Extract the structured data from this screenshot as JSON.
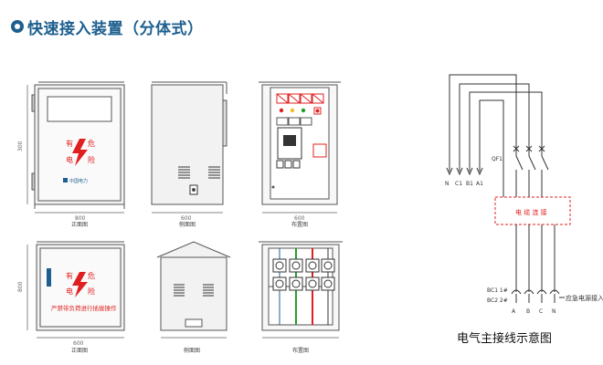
{
  "header": {
    "title": "快速接入装置（分体式）"
  },
  "views": {
    "front_top": "正面图",
    "side_top": "侧面图",
    "layout_top": "布置图",
    "front_bottom": "正面图",
    "side_bottom": "侧面图",
    "layout_bottom": "布置图"
  },
  "dims": {
    "front_width": "800",
    "front_height": "300",
    "side_width": "600",
    "layout_width": "600",
    "bottom_front_width": "600",
    "bottom_height": "800"
  },
  "cabinet": {
    "danger_top": [
      "有",
      "危",
      "电",
      "险"
    ],
    "danger_bottom": [
      "有",
      "危",
      "电",
      "险"
    ],
    "warning_text": "严禁带负荷进行插拔操作",
    "brand_text": "中国电力"
  },
  "schematic": {
    "terminals": [
      "N",
      "C1",
      "B1",
      "A1"
    ],
    "switch_label": "QF1",
    "cable_label": "电 缆 连 接",
    "phases": [
      "A",
      "B",
      "C",
      "N"
    ],
    "bus1": "BC1 1#",
    "bus2": "BC2 2#",
    "emergency": "应急电源接入"
  },
  "caption": "电气主接线示意图",
  "colors": {
    "accent": "#1d5f8f",
    "danger": "#e02020",
    "dashed_box": "#e02020"
  }
}
